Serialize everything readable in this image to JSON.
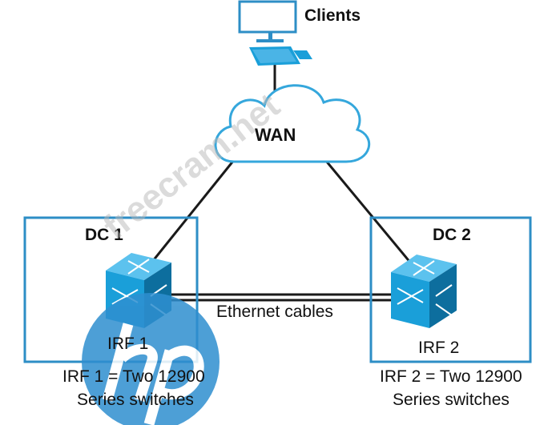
{
  "nodes": {
    "clients": {
      "label": "Clients"
    },
    "wan": {
      "label": "WAN"
    },
    "dc1": {
      "label": "DC 1",
      "switch_label": "IRF 1",
      "caption_line1": "IRF 1 = Two 12900",
      "caption_line2": "Series switches"
    },
    "dc2": {
      "label": "DC 2",
      "switch_label": "IRF 2",
      "caption_line1": "IRF 2 = Two 12900",
      "caption_line2": "Series switches"
    }
  },
  "links": {
    "dc_link_label": "Ethernet cables"
  },
  "watermark": {
    "text": "freecram.net",
    "logo_text": "hp"
  },
  "colors": {
    "box_border": "#2d8ec6",
    "cloud_border": "#35a7dc",
    "switch": "#1a9fd9",
    "switch_dark": "#0d6e9e",
    "logo": "#2f8fd0"
  }
}
